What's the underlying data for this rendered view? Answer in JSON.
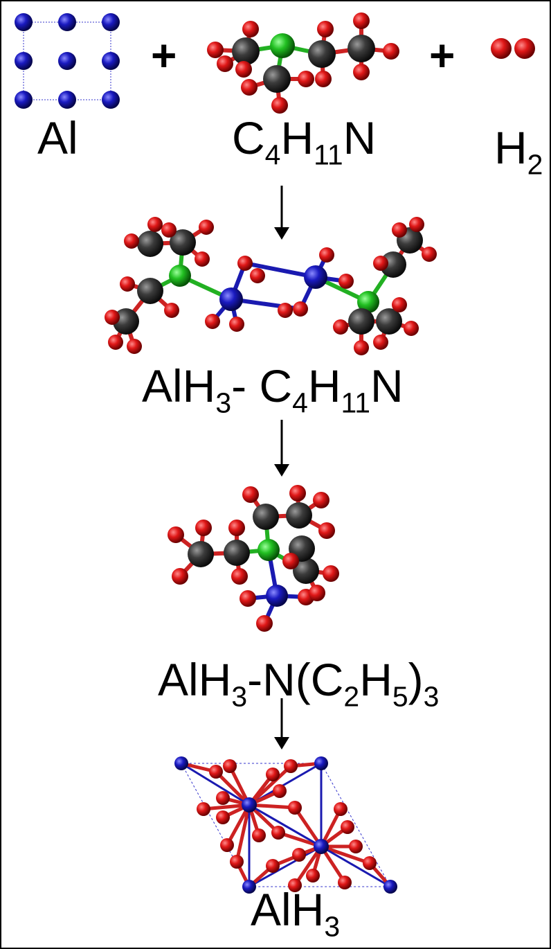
{
  "reactants": [
    {
      "id": "al",
      "parts": [
        {
          "t": "Al"
        }
      ]
    },
    {
      "id": "amine",
      "parts": [
        {
          "t": "C"
        },
        {
          "s": "4"
        },
        {
          "t": "H"
        },
        {
          "s": "11"
        },
        {
          "t": "N"
        }
      ]
    },
    {
      "id": "h2",
      "parts": [
        {
          "t": "H"
        },
        {
          "s": "2"
        }
      ]
    }
  ],
  "plus_symbol": "+",
  "steps": [
    {
      "id": "adduct",
      "parts": [
        {
          "t": "AlH"
        },
        {
          "s": "3"
        },
        {
          "t": "- C"
        },
        {
          "s": "4"
        },
        {
          "t": "H"
        },
        {
          "s": "11"
        },
        {
          "t": "N"
        }
      ]
    },
    {
      "id": "tea",
      "parts": [
        {
          "t": "AlH"
        },
        {
          "s": "3"
        },
        {
          "t": "-N(C"
        },
        {
          "s": "2"
        },
        {
          "t": "H"
        },
        {
          "s": "5"
        },
        {
          "t": ")"
        },
        {
          "s": "3"
        }
      ]
    },
    {
      "id": "alane",
      "parts": [
        {
          "t": "AlH"
        },
        {
          "s": "3"
        }
      ]
    }
  ],
  "colors": {
    "aluminum": "#1a1aa6",
    "hydrogen": "#d01010",
    "carbon": "#3a3a3a",
    "nitrogen": "#22b022",
    "bond_h": "#cc2222",
    "bond_al": "#1a1ab0",
    "bond_n": "#22b022"
  }
}
